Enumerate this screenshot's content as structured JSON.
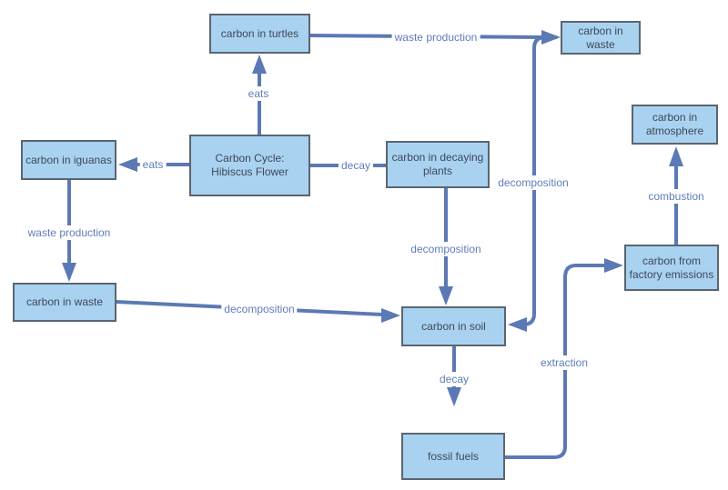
{
  "diagram": {
    "title": "Carbon Cycle: Hibiscus Flower",
    "colors": {
      "node_fill": "#a9d2f1",
      "node_border": "#5b6570",
      "node_text": "#3d4956",
      "edge_line": "#5b79b4",
      "edge_label_text": "#5f7db8",
      "background": "#ffffff"
    },
    "nodes": [
      {
        "id": "hub",
        "label": "Carbon Cycle: Hibiscus Flower"
      },
      {
        "id": "turtles",
        "label": "carbon in turtles"
      },
      {
        "id": "iguanas",
        "label": "carbon in iguanas"
      },
      {
        "id": "decaying-plants",
        "label": "carbon in decaying plants"
      },
      {
        "id": "waste-top",
        "label": "carbon in waste"
      },
      {
        "id": "waste-left",
        "label": "carbon in waste"
      },
      {
        "id": "soil",
        "label": "carbon in soil"
      },
      {
        "id": "fossil-fuels",
        "label": "fossil fuels"
      },
      {
        "id": "factory-emissions",
        "label": "carbon from factory emissions"
      },
      {
        "id": "atmosphere",
        "label": "carbon in atmosphere"
      }
    ],
    "edges": [
      {
        "from": "hub",
        "to": "turtles",
        "label": "eats"
      },
      {
        "from": "hub",
        "to": "iguanas",
        "label": "eats"
      },
      {
        "from": "hub",
        "to": "decaying-plants",
        "label": "decay"
      },
      {
        "from": "turtles",
        "to": "waste-top",
        "label": "waste production"
      },
      {
        "from": "iguanas",
        "to": "waste-left",
        "label": "waste production"
      },
      {
        "from": "waste-top",
        "to": "soil",
        "label": "decomposition"
      },
      {
        "from": "decaying-plants",
        "to": "soil",
        "label": "decomposition"
      },
      {
        "from": "waste-left",
        "to": "soil",
        "label": "decomposition"
      },
      {
        "from": "soil",
        "to": "fossil-fuels",
        "label": "decay"
      },
      {
        "from": "fossil-fuels",
        "to": "factory-emissions",
        "label": "extraction"
      },
      {
        "from": "factory-emissions",
        "to": "atmosphere",
        "label": "combustion"
      }
    ]
  }
}
